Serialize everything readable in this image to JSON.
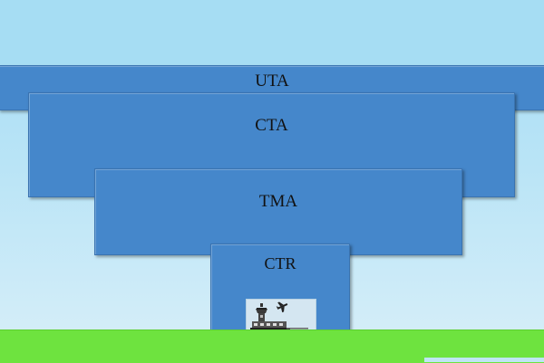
{
  "diagram": {
    "layers": [
      {
        "id": "uta",
        "label": "UTA"
      },
      {
        "id": "cta",
        "label": "CTA"
      },
      {
        "id": "tma",
        "label": "TMA"
      },
      {
        "id": "ctr",
        "label": "CTR"
      }
    ],
    "icons": {
      "airport": "airport-tower-icon",
      "plane": "airplane-icon"
    },
    "colors": {
      "sky": "#a6ddf3",
      "airspace": "#4587cb",
      "ground": "#6ee33f"
    }
  }
}
